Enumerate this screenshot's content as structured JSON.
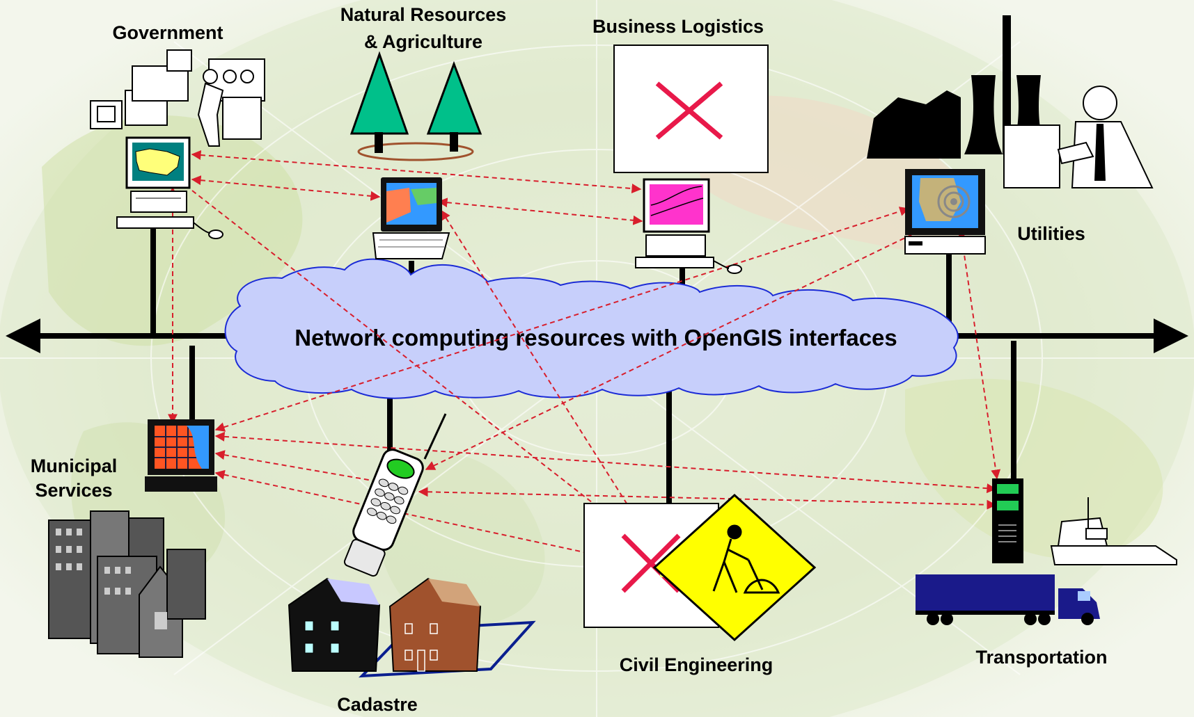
{
  "title": "Network computing resources with OpenGIS interfaces",
  "labels": {
    "government": "Government",
    "natural_line1": "Natural Resources",
    "natural_line2": "& Agriculture",
    "business": "Business Logistics",
    "utilities": "Utilities",
    "municipal_line1": "Municipal",
    "municipal_line2": "Services",
    "cadastre": "Cadastre",
    "civil": "Civil Engineering",
    "transportation": "Transportation"
  },
  "icons": {
    "government": "mainframe-operator-icon",
    "natural": "pine-trees-icon",
    "business": "missing-image-icon",
    "utilities": "power-plant-worker-icon",
    "municipal": "city-buildings-icon",
    "cadastre": "houses-parcel-icon",
    "civil": "road-work-sign-icon",
    "transportation": "truck-boat-icon"
  },
  "colors": {
    "cloud_fill": "#c7cffb",
    "cloud_stroke": "#1b2bd6",
    "link": "#d81e2c",
    "bus": "#000000",
    "missing_x": "#e8194a"
  }
}
